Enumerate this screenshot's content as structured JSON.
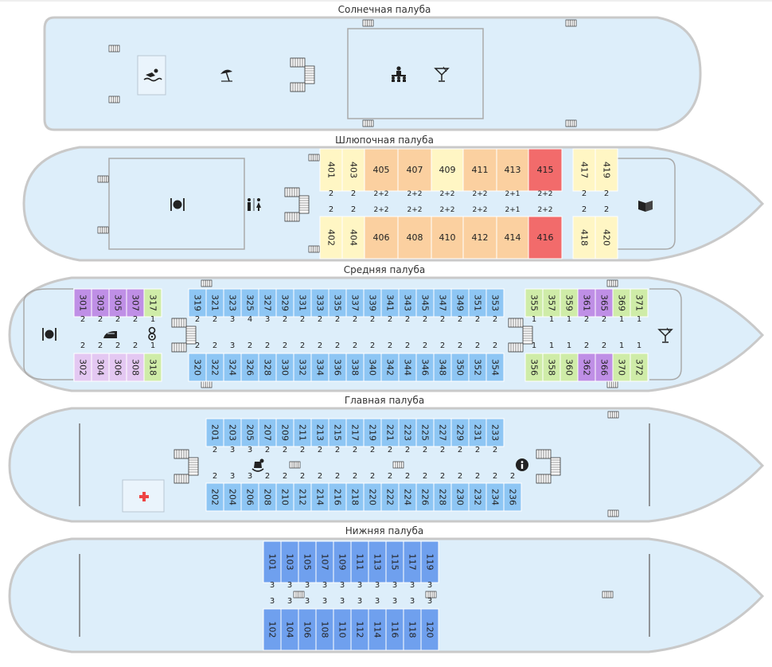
{
  "decks": [
    {
      "key": "sun",
      "title": "Солнечная палуба"
    },
    {
      "key": "boat",
      "title": "Шлюпочная палуба"
    },
    {
      "key": "middle",
      "title": "Средняя палуба"
    },
    {
      "key": "main",
      "title": "Главная палуба"
    },
    {
      "key": "lower",
      "title": "Нижняя палуба"
    }
  ],
  "colors": {
    "hull_fill": "#ddeefa",
    "hull_stroke": "#c9c9c9",
    "line": "#aaaaaa",
    "cat_yellow": "#fff6c4",
    "cat_orange": "#fbd0a0",
    "cat_red": "#f26b6b",
    "cat_blue": "#8ec6f4",
    "cat_purple": "#bf8fe6",
    "cat_lilac": "#e4c8f2",
    "cat_green": "#cfeca8",
    "cat_dblue": "#6fa0ee",
    "medical": "#ee4444"
  },
  "icons": {
    "sun": [
      "pool-icon",
      "beach-umbrella-icon",
      "stairs-icon",
      "conference-icon",
      "cocktail-icon",
      "ladder-icon"
    ],
    "boat": [
      "restaurant-icon",
      "restroom-icon",
      "stairs-icon",
      "library-icon",
      "ladder-icon"
    ],
    "middle": [
      "restaurant-icon",
      "iron-icon",
      "baby-icon",
      "stairs-icon",
      "cocktail-icon",
      "ladder-icon"
    ],
    "main": [
      "stairs-icon",
      "playroom-icon",
      "info-icon",
      "medical-cross-icon",
      "ladder-icon"
    ],
    "lower": [
      "ladder-icon"
    ]
  },
  "cabins": {
    "boat_top": [
      {
        "num": "401",
        "berth": "2",
        "cat": "yellow"
      },
      {
        "num": "403",
        "berth": "2",
        "cat": "yellow"
      },
      {
        "num": "405",
        "berth": "2+2",
        "cat": "orange"
      },
      {
        "num": "407",
        "berth": "2+2",
        "cat": "orange"
      },
      {
        "num": "409",
        "berth": "2+2",
        "cat": "yellow"
      },
      {
        "num": "411",
        "berth": "2+2",
        "cat": "orange"
      },
      {
        "num": "413",
        "berth": "2+1",
        "cat": "orange"
      },
      {
        "num": "415",
        "berth": "2+2",
        "cat": "red"
      },
      {
        "num": "417",
        "berth": "2",
        "cat": "yellow"
      },
      {
        "num": "419",
        "berth": "2",
        "cat": "yellow"
      }
    ],
    "boat_bottom": [
      {
        "num": "402",
        "berth": "2",
        "cat": "yellow"
      },
      {
        "num": "404",
        "berth": "2",
        "cat": "yellow"
      },
      {
        "num": "406",
        "berth": "2+2",
        "cat": "orange"
      },
      {
        "num": "408",
        "berth": "2+2",
        "cat": "orange"
      },
      {
        "num": "410",
        "berth": "2+2",
        "cat": "orange"
      },
      {
        "num": "412",
        "berth": "2+2",
        "cat": "orange"
      },
      {
        "num": "414",
        "berth": "2+1",
        "cat": "orange"
      },
      {
        "num": "416",
        "berth": "2+2",
        "cat": "red"
      },
      {
        "num": "418",
        "berth": "2",
        "cat": "yellow"
      },
      {
        "num": "420",
        "berth": "2",
        "cat": "yellow"
      }
    ],
    "middle_top_left": [
      {
        "num": "301",
        "berth": "2",
        "cat": "purple"
      },
      {
        "num": "303",
        "berth": "2",
        "cat": "purple"
      },
      {
        "num": "305",
        "berth": "2",
        "cat": "purple"
      },
      {
        "num": "307",
        "berth": "2",
        "cat": "purple"
      },
      {
        "num": "317",
        "berth": "1",
        "cat": "green"
      }
    ],
    "middle_bottom_left": [
      {
        "num": "302",
        "berth": "2",
        "cat": "lilac"
      },
      {
        "num": "304",
        "berth": "2",
        "cat": "lilac"
      },
      {
        "num": "306",
        "berth": "2",
        "cat": "lilac"
      },
      {
        "num": "308",
        "berth": "2",
        "cat": "lilac"
      },
      {
        "num": "318",
        "berth": "1",
        "cat": "green"
      }
    ],
    "middle_top_center": [
      {
        "num": "319",
        "berth": "2"
      },
      {
        "num": "321",
        "berth": "2"
      },
      {
        "num": "323",
        "berth": "3"
      },
      {
        "num": "325",
        "berth": "4"
      },
      {
        "num": "327",
        "berth": "3"
      },
      {
        "num": "329",
        "berth": "2"
      },
      {
        "num": "331",
        "berth": "2"
      },
      {
        "num": "333",
        "berth": "2"
      },
      {
        "num": "335",
        "berth": "2"
      },
      {
        "num": "337",
        "berth": "2"
      },
      {
        "num": "339",
        "berth": "2"
      },
      {
        "num": "341",
        "berth": "2"
      },
      {
        "num": "343",
        "berth": "2"
      },
      {
        "num": "345",
        "berth": "2"
      },
      {
        "num": "347",
        "berth": "2"
      },
      {
        "num": "349",
        "berth": "2"
      },
      {
        "num": "351",
        "berth": "2"
      },
      {
        "num": "353",
        "berth": "2"
      }
    ],
    "middle_bottom_center": [
      {
        "num": "320",
        "berth": "2"
      },
      {
        "num": "322",
        "berth": "2"
      },
      {
        "num": "324",
        "berth": "3"
      },
      {
        "num": "326",
        "berth": "2"
      },
      {
        "num": "328",
        "berth": "2"
      },
      {
        "num": "330",
        "berth": "2"
      },
      {
        "num": "332",
        "berth": "2"
      },
      {
        "num": "334",
        "berth": "2"
      },
      {
        "num": "336",
        "berth": "2"
      },
      {
        "num": "338",
        "berth": "2"
      },
      {
        "num": "340",
        "berth": "2"
      },
      {
        "num": "342",
        "berth": "2"
      },
      {
        "num": "344",
        "berth": "2"
      },
      {
        "num": "346",
        "berth": "2"
      },
      {
        "num": "348",
        "berth": "2"
      },
      {
        "num": "350",
        "berth": "2"
      },
      {
        "num": "352",
        "berth": "2"
      },
      {
        "num": "354",
        "berth": "2"
      }
    ],
    "middle_top_right": [
      {
        "num": "355",
        "berth": "1",
        "cat": "green"
      },
      {
        "num": "357",
        "berth": "1",
        "cat": "green"
      },
      {
        "num": "359",
        "berth": "1",
        "cat": "green"
      },
      {
        "num": "361",
        "berth": "2",
        "cat": "purple"
      },
      {
        "num": "365",
        "berth": "2",
        "cat": "purple"
      },
      {
        "num": "369",
        "berth": "1",
        "cat": "green"
      },
      {
        "num": "371",
        "berth": "1",
        "cat": "green"
      }
    ],
    "middle_bottom_right": [
      {
        "num": "356",
        "berth": "1",
        "cat": "green"
      },
      {
        "num": "358",
        "berth": "1",
        "cat": "green"
      },
      {
        "num": "360",
        "berth": "1",
        "cat": "green"
      },
      {
        "num": "362",
        "berth": "2",
        "cat": "purple"
      },
      {
        "num": "366",
        "berth": "2",
        "cat": "purple"
      },
      {
        "num": "370",
        "berth": "1",
        "cat": "green"
      },
      {
        "num": "372",
        "berth": "1",
        "cat": "green"
      }
    ],
    "main_top": [
      {
        "num": "201",
        "berth": "2"
      },
      {
        "num": "203",
        "berth": "3"
      },
      {
        "num": "205",
        "berth": "3"
      },
      {
        "num": "207",
        "berth": "2"
      },
      {
        "num": "209",
        "berth": "2"
      },
      {
        "num": "211",
        "berth": "2"
      },
      {
        "num": "213",
        "berth": "2"
      },
      {
        "num": "215",
        "berth": "2"
      },
      {
        "num": "217",
        "berth": "2"
      },
      {
        "num": "219",
        "berth": "2"
      },
      {
        "num": "221",
        "berth": "2"
      },
      {
        "num": "223",
        "berth": "2"
      },
      {
        "num": "225",
        "berth": "2"
      },
      {
        "num": "227",
        "berth": "2"
      },
      {
        "num": "229",
        "berth": "2"
      },
      {
        "num": "231",
        "berth": "2"
      },
      {
        "num": "233",
        "berth": "2"
      }
    ],
    "main_bottom": [
      {
        "num": "202",
        "berth": "2"
      },
      {
        "num": "204",
        "berth": "3"
      },
      {
        "num": "206",
        "berth": "3"
      },
      {
        "num": "208",
        "berth": "2"
      },
      {
        "num": "210",
        "berth": "2"
      },
      {
        "num": "212",
        "berth": "2"
      },
      {
        "num": "214",
        "berth": "2"
      },
      {
        "num": "216",
        "berth": "2"
      },
      {
        "num": "218",
        "berth": "2"
      },
      {
        "num": "220",
        "berth": "2"
      },
      {
        "num": "222",
        "berth": "2"
      },
      {
        "num": "224",
        "berth": "2"
      },
      {
        "num": "226",
        "berth": "2"
      },
      {
        "num": "228",
        "berth": "2"
      },
      {
        "num": "230",
        "berth": "2"
      },
      {
        "num": "232",
        "berth": "2"
      },
      {
        "num": "234",
        "berth": "2"
      },
      {
        "num": "236",
        "berth": "2"
      }
    ],
    "lower_top": [
      {
        "num": "101",
        "berth": "3"
      },
      {
        "num": "103",
        "berth": "3"
      },
      {
        "num": "105",
        "berth": "3"
      },
      {
        "num": "107",
        "berth": "3"
      },
      {
        "num": "109",
        "berth": "3"
      },
      {
        "num": "111",
        "berth": "3"
      },
      {
        "num": "113",
        "berth": "3"
      },
      {
        "num": "115",
        "berth": "3"
      },
      {
        "num": "117",
        "berth": "3"
      },
      {
        "num": "119",
        "berth": "3"
      }
    ],
    "lower_bottom": [
      {
        "num": "102",
        "berth": "3"
      },
      {
        "num": "104",
        "berth": "3"
      },
      {
        "num": "106",
        "berth": "3"
      },
      {
        "num": "108",
        "berth": "3"
      },
      {
        "num": "110",
        "berth": "3"
      },
      {
        "num": "112",
        "berth": "3"
      },
      {
        "num": "114",
        "berth": "3"
      },
      {
        "num": "116",
        "berth": "3"
      },
      {
        "num": "118",
        "berth": "3"
      },
      {
        "num": "120",
        "berth": "3"
      }
    ]
  }
}
